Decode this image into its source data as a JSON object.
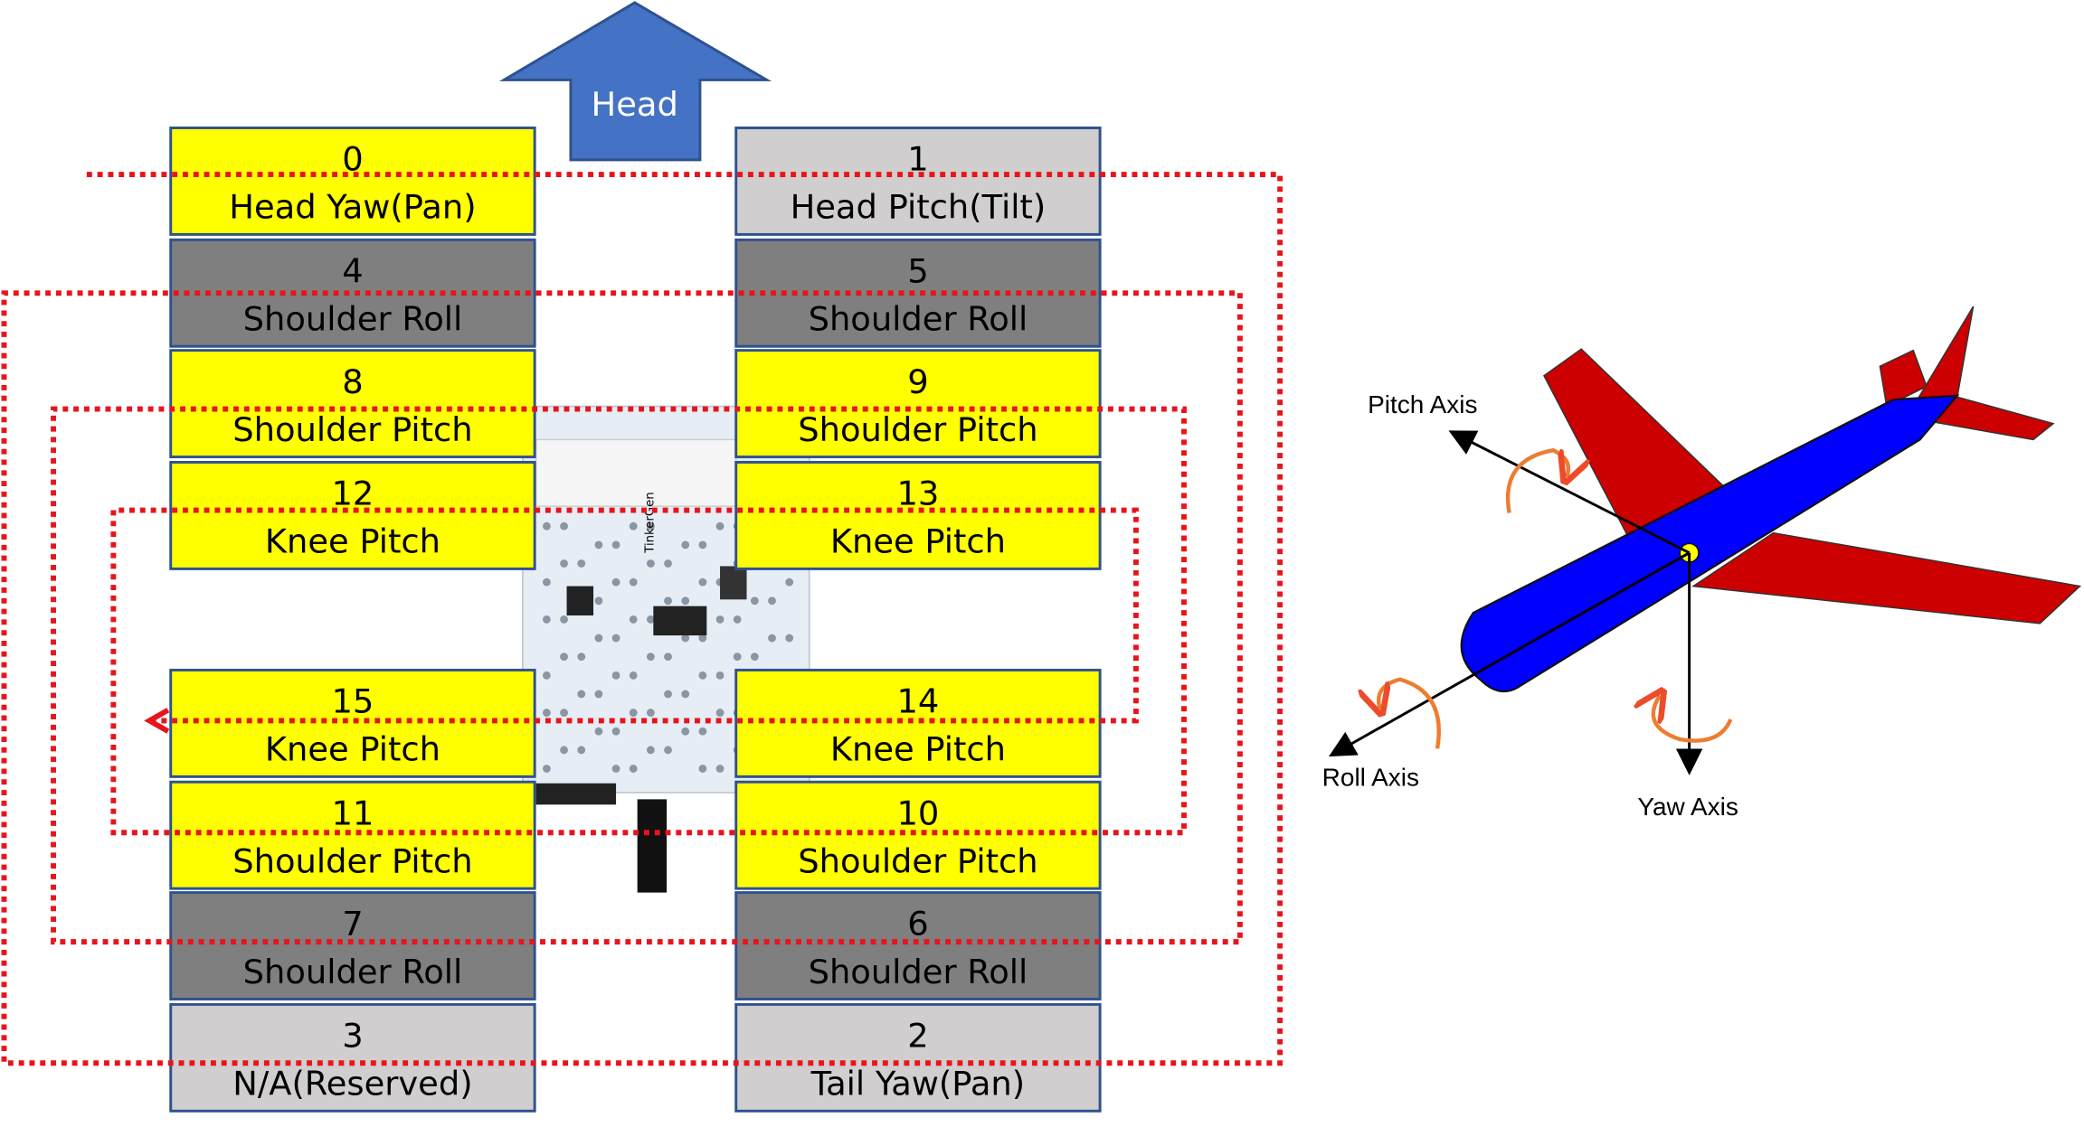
{
  "head_arrow": {
    "label": "Head",
    "color": "#4472c4"
  },
  "colors": {
    "yellow": "#ffff00",
    "dark_gray": "#7f7f7f",
    "light_gray": "#d0cece",
    "loop": "#e8141c",
    "fuselage": "#0000ff",
    "wings": "#cc0000",
    "rotation": "#ed7d31"
  },
  "servos_left": [
    {
      "id": "0",
      "name": "Head Yaw(Pan)",
      "color": "yellow"
    },
    {
      "id": "4",
      "name": "Shoulder Roll",
      "color": "dark_gray"
    },
    {
      "id": "8",
      "name": "Shoulder Pitch",
      "color": "yellow"
    },
    {
      "id": "12",
      "name": "Knee Pitch",
      "color": "yellow"
    },
    {
      "id": "15",
      "name": "Knee Pitch",
      "color": "yellow"
    },
    {
      "id": "11",
      "name": "Shoulder Pitch",
      "color": "yellow"
    },
    {
      "id": "7",
      "name": "Shoulder Roll",
      "color": "dark_gray"
    },
    {
      "id": "3",
      "name": "N/A(Reserved)",
      "color": "light_gray"
    }
  ],
  "servos_right": [
    {
      "id": "1",
      "name": "Head Pitch(Tilt)",
      "color": "light_gray"
    },
    {
      "id": "5",
      "name": "Shoulder Roll",
      "color": "dark_gray"
    },
    {
      "id": "9",
      "name": "Shoulder Pitch",
      "color": "yellow"
    },
    {
      "id": "13",
      "name": "Knee Pitch",
      "color": "yellow"
    },
    {
      "id": "14",
      "name": "Knee Pitch",
      "color": "yellow"
    },
    {
      "id": "10",
      "name": "Shoulder Pitch",
      "color": "yellow"
    },
    {
      "id": "6",
      "name": "Shoulder Roll",
      "color": "dark_gray"
    },
    {
      "id": "2",
      "name": "Tail Yaw(Pan)",
      "color": "light_gray"
    }
  ],
  "board": {
    "brand": "TinkerGen"
  },
  "airplane": {
    "pitch_axis": "Pitch Axis",
    "roll_axis": "Roll Axis",
    "yaw_axis": "Yaw Axis"
  }
}
